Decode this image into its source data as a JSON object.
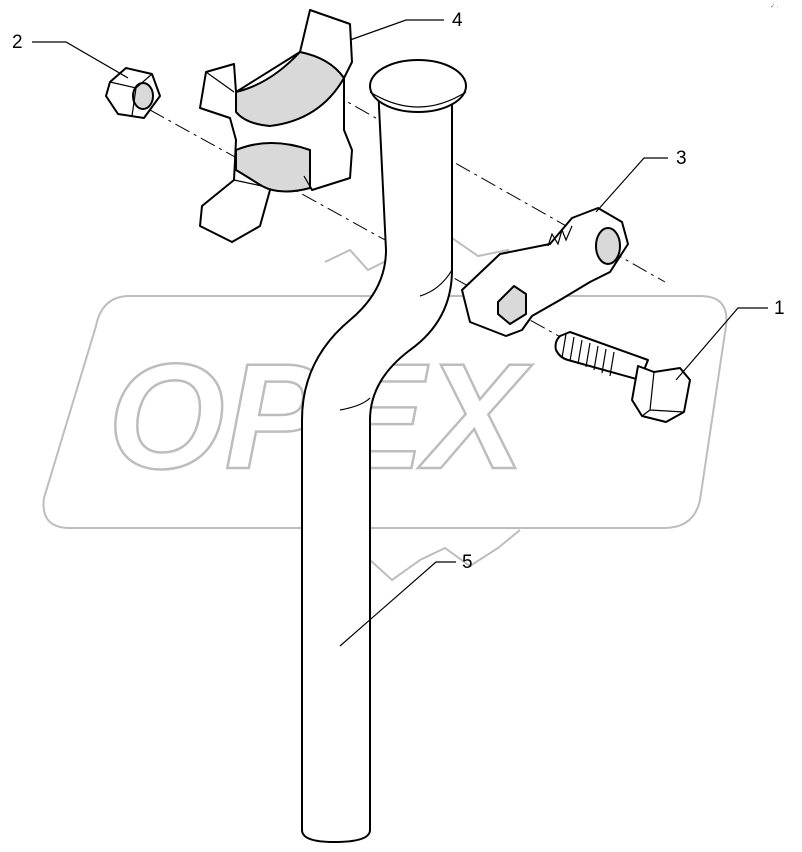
{
  "watermark": {
    "text": "OPEX",
    "color": "#bdbdbd"
  },
  "callouts": [
    {
      "id": "1",
      "label": "1"
    },
    {
      "id": "2",
      "label": "2"
    },
    {
      "id": "3",
      "label": "3"
    },
    {
      "id": "4",
      "label": "4"
    },
    {
      "id": "5",
      "label": "5"
    }
  ],
  "corner_mark": {
    "text": "✓ ·"
  }
}
